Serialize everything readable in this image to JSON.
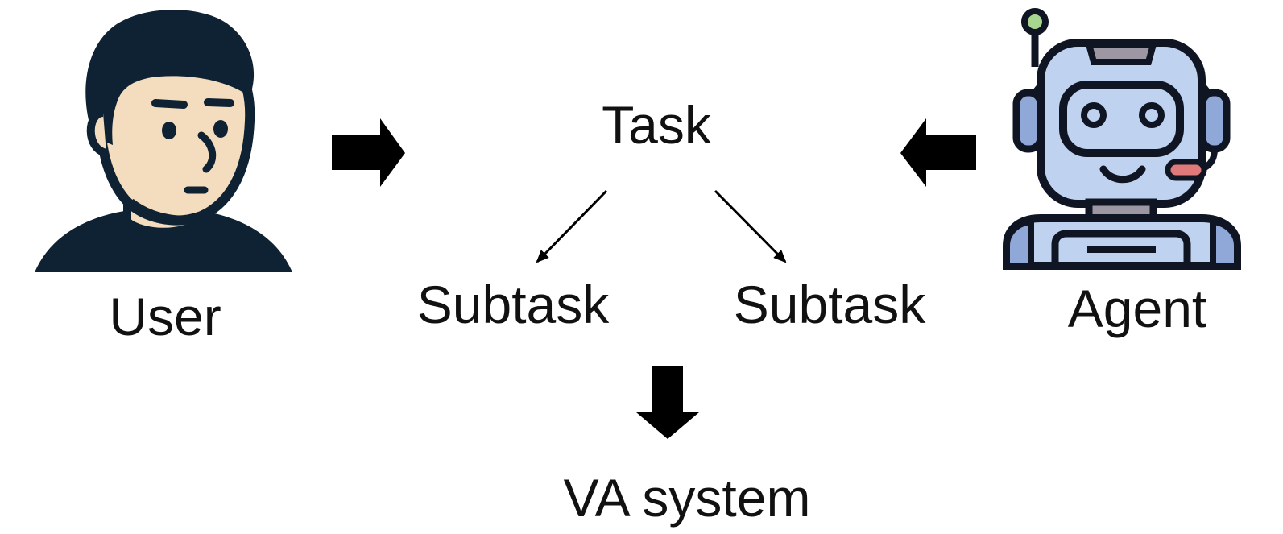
{
  "diagram": {
    "nodes": {
      "user": {
        "label": "User",
        "icon": "user-avatar-icon"
      },
      "task": {
        "label": "Task"
      },
      "subtask_left": {
        "label": "Subtask"
      },
      "subtask_right": {
        "label": "Subtask"
      },
      "agent": {
        "label": "Agent",
        "icon": "robot-agent-icon"
      },
      "va_system": {
        "label": "VA system"
      }
    },
    "edges": [
      {
        "from": "user",
        "to": "task",
        "style": "block-arrow"
      },
      {
        "from": "agent",
        "to": "task",
        "style": "block-arrow"
      },
      {
        "from": "task",
        "to": "subtask_left",
        "style": "thin-arrow"
      },
      {
        "from": "task",
        "to": "subtask_right",
        "style": "thin-arrow"
      },
      {
        "from": "subtasks",
        "to": "va_system",
        "style": "block-arrow"
      }
    ],
    "colors": {
      "text": "#111111",
      "arrow": "#000000",
      "skin": "#F3DDBE",
      "hair": "#0F2233",
      "robot_body": "#BFD2F0",
      "robot_accent": "#8FA8D8",
      "robot_outline": "#0F1522",
      "antenna_tip": "#A8D58F",
      "mic_red": "#E07A7A",
      "robot_neck": "#9D97A4"
    }
  }
}
